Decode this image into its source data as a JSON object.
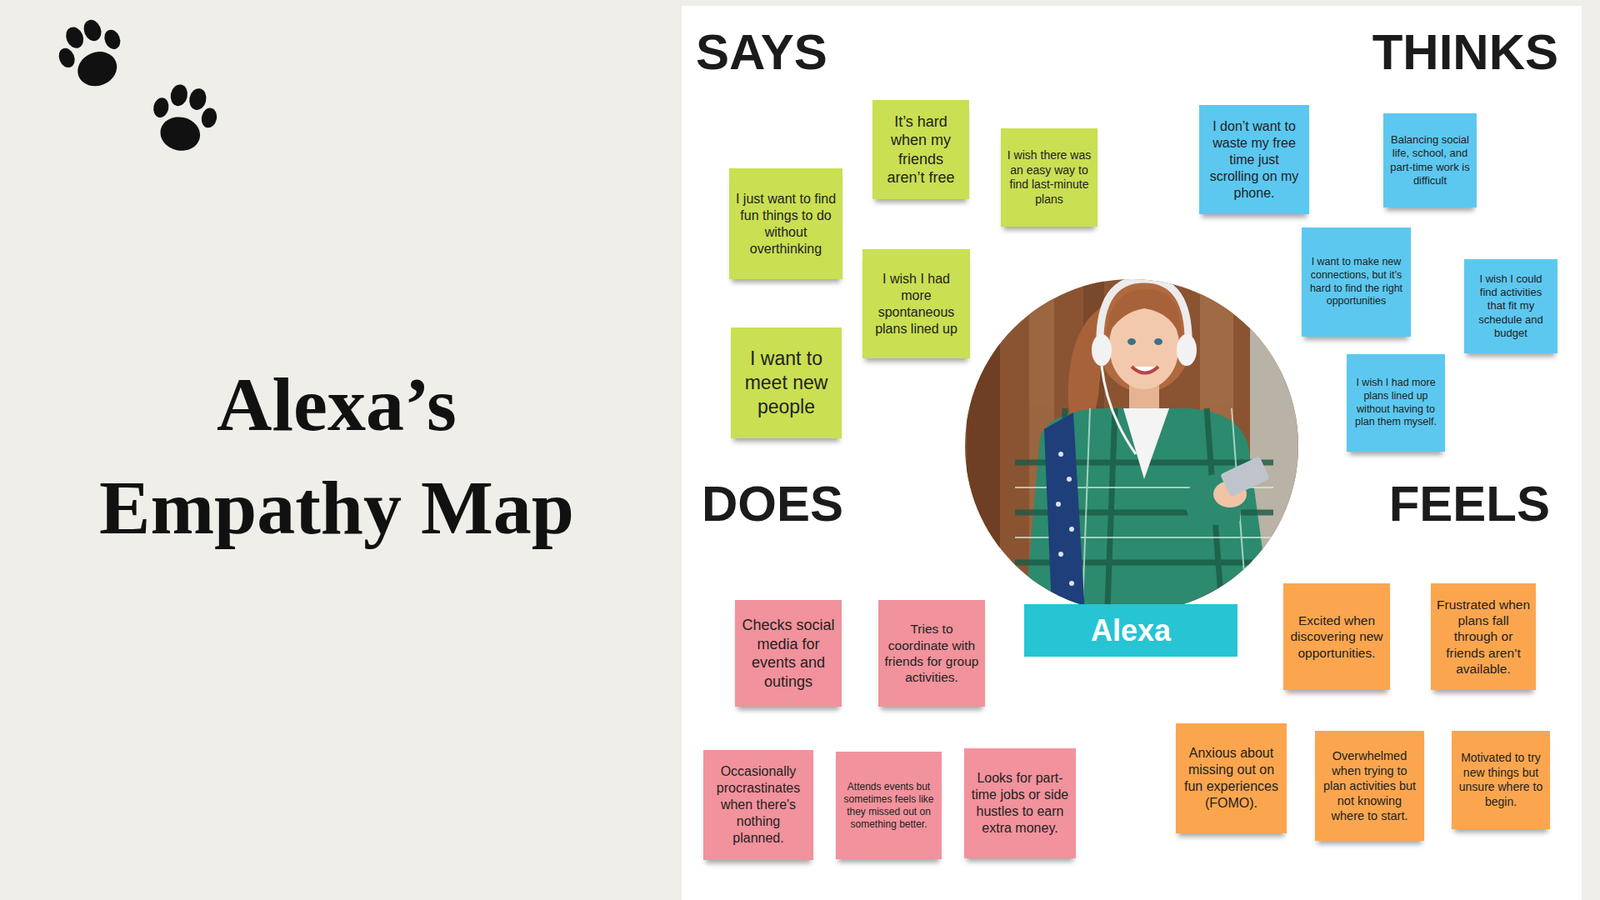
{
  "diagram": {
    "title": "Alexa’s Empathy Map",
    "nodes": [
      {
        "text": [
          "I just want to find fun things to do without overthinking"
        ]
      },
      {
        "text": [
          "It’s hard when my friends aren’t free"
        ]
      },
      {
        "text": [
          "I wish there was an easy way to find last-minute plans"
        ]
      },
      {
        "text": [
          "I wish I had more spontaneous plans lined up"
        ]
      },
      {
        "text": [
          "I want to meet new people"
        ]
      },
      {
        "text": [
          "I don’t want to waste my free time just scrolling on my phone."
        ]
      },
      {
        "text": [
          "Balancing social life, school, and part-time work is difficult"
        ]
      },
      {
        "text": [
          "I want to make new connections, but it’s hard to find the right opportunities"
        ]
      },
      {
        "text": [
          "I wish I could find activities that fit my schedule and budget"
        ]
      },
      {
        "text": [
          "I wish I had more plans lined up without having to plan them myself."
        ]
      },
      {
        "text": [
          "Alexa"
        ]
      },
      {
        "text": [
          "Checks social media for events and outings"
        ]
      },
      {
        "text": [
          "Tries to coordinate with friends for group activities."
        ]
      },
      {
        "text": [
          "Occasionally procrastinates when there's nothing planned."
        ]
      },
      {
        "text": [
          "Attends events but sometimes feels like they missed out on something better."
        ]
      },
      {
        "text": [
          "Looks for part-time jobs or side hustles to earn extra money."
        ]
      },
      {
        "text": [
          "Excited when discovering new opportunities."
        ]
      },
      {
        "text": [
          "Frustrated when plans fall through or friends aren’t available."
        ]
      },
      {
        "text": [
          "Anxious about missing out on fun experiences (FOMO)."
        ]
      },
      {
        "text": [
          "Overwhelmed when trying to plan activities but not knowing where to start."
        ]
      },
      {
        "text": [
          "Motivated to try new things but unsure where to begin."
        ]
      }
    ],
    "labels": [
      "SAYS",
      "THINKS",
      "DOES",
      "FEELS"
    ]
  }
}
